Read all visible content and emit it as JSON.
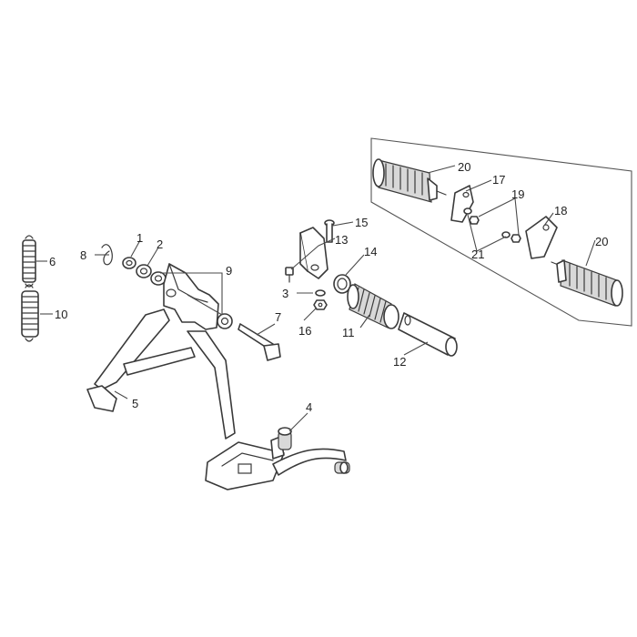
{
  "diagram": {
    "callouts": [
      "1",
      "2",
      "3",
      "4",
      "5",
      "6",
      "7",
      "8",
      "9",
      "10",
      "11",
      "12",
      "13",
      "14",
      "15",
      "16",
      "17",
      "18",
      "19",
      "20",
      "20",
      "21"
    ],
    "colors": {
      "line": "#3a3a3a",
      "fill": "#ffffff",
      "shade": "#d8d8d8"
    }
  }
}
